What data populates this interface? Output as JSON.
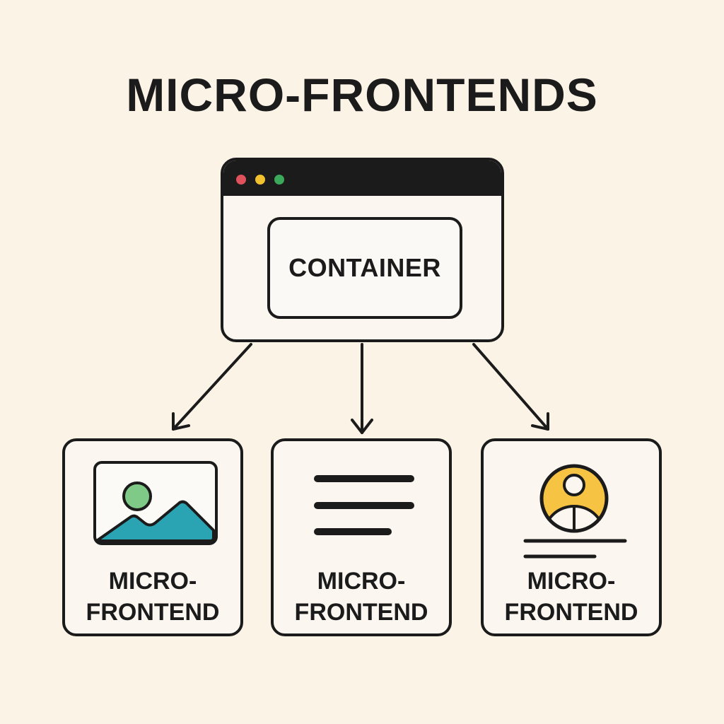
{
  "title": "MICRO-FRONTENDS",
  "container": {
    "label": "CONTAINER",
    "window_dots": [
      "#e0525b",
      "#f2c12e",
      "#3ca85a"
    ]
  },
  "cards": [
    {
      "label_line1": "MICRO-",
      "label_line2": "FRONTEND",
      "icon": "image-icon",
      "colors": {
        "sun": "#7fca86",
        "mountain": "#2aa3b3"
      }
    },
    {
      "label_line1": "MICRO-",
      "label_line2": "FRONTEND",
      "icon": "text-lines-icon"
    },
    {
      "label_line1": "MICRO-",
      "label_line2": "FRONTEND",
      "icon": "user-profile-icon",
      "colors": {
        "avatar": "#f6c343"
      }
    }
  ],
  "colors": {
    "background": "#fcf3e7",
    "stroke": "#1b1b1b"
  }
}
